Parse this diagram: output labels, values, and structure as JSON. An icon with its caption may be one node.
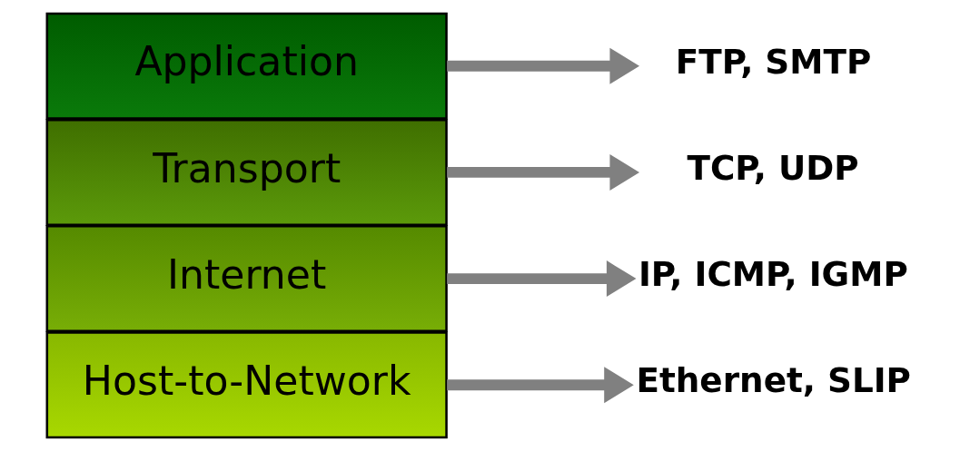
{
  "diagram": {
    "nodes": [
      {
        "text": [
          "Application"
        ]
      },
      {
        "text": [
          "Transport"
        ]
      },
      {
        "text": [
          "Internet"
        ]
      },
      {
        "text": [
          "Host-to-Network"
        ]
      },
      {
        "text": [
          "FTP, SMTP"
        ]
      },
      {
        "text": [
          "TCP, UDP"
        ]
      },
      {
        "text": [
          "IP, ICMP, IGMP"
        ]
      },
      {
        "text": [
          "Ethernet, SLIP"
        ]
      }
    ],
    "edges": [
      {
        "from": 0,
        "to": 4,
        "arrow": "to"
      },
      {
        "from": 1,
        "to": 5,
        "arrow": "to"
      },
      {
        "from": 2,
        "to": 6,
        "arrow": "to"
      },
      {
        "from": 3,
        "to": 7,
        "arrow": "to"
      }
    ]
  }
}
